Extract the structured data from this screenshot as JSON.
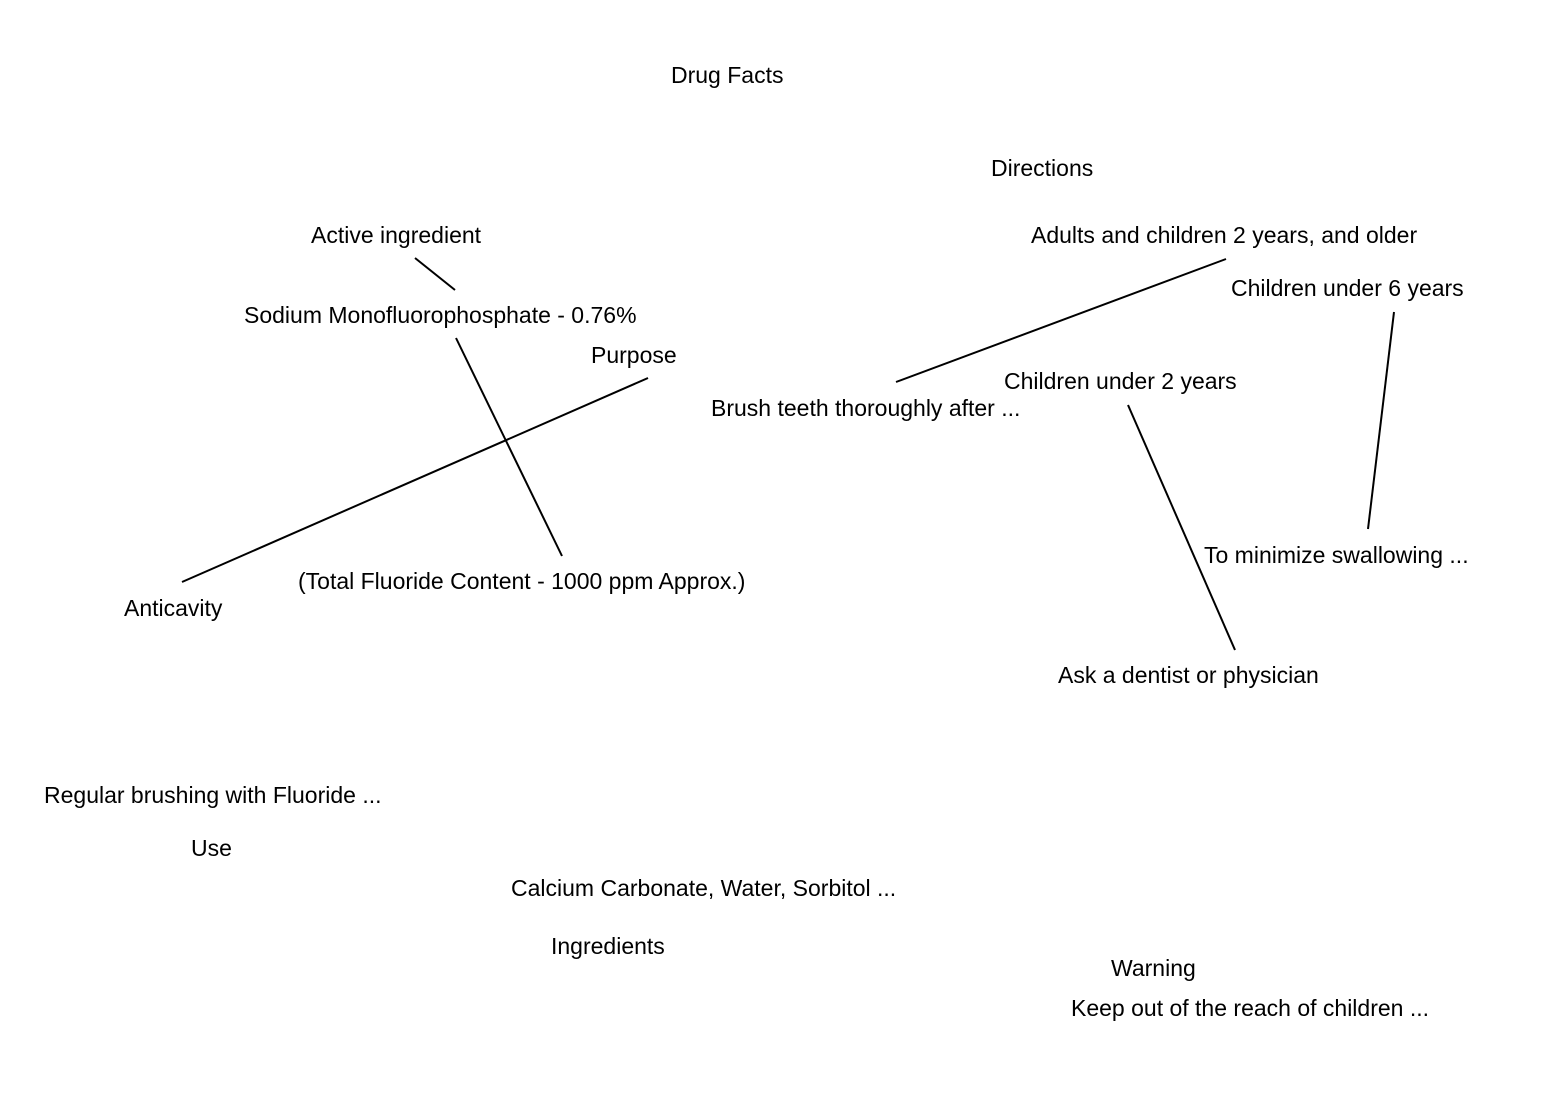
{
  "nodes": {
    "drug_facts": "Drug Facts",
    "directions": "Directions",
    "active_ingredient": "Active ingredient",
    "sodium_mfp": "Sodium Monofluorophosphate - 0.76%",
    "purpose": "Purpose",
    "total_fluoride": "(Total Fluoride Content - 1000 ppm Approx.)",
    "anticavity": "Anticavity",
    "adults_children_2": "Adults and children 2 years, and older",
    "children_under_6": "Children under 6 years",
    "brush_teeth": "Brush teeth thoroughly after ...",
    "children_under_2": "Children under 2 years",
    "minimize_swallowing": "To minimize swallowing ...",
    "ask_dentist": "Ask a dentist or physician",
    "regular_brushing": "Regular brushing with Fluoride ...",
    "use": "Use",
    "calcium_carbonate": "Calcium Carbonate, Water, Sorbitol ...",
    "ingredients": "Ingredients",
    "warning": "Warning",
    "keep_out": "Keep out of the reach of children ..."
  },
  "colors": {
    "text": "#000000",
    "connector": "#000000",
    "background": "#ffffff"
  }
}
